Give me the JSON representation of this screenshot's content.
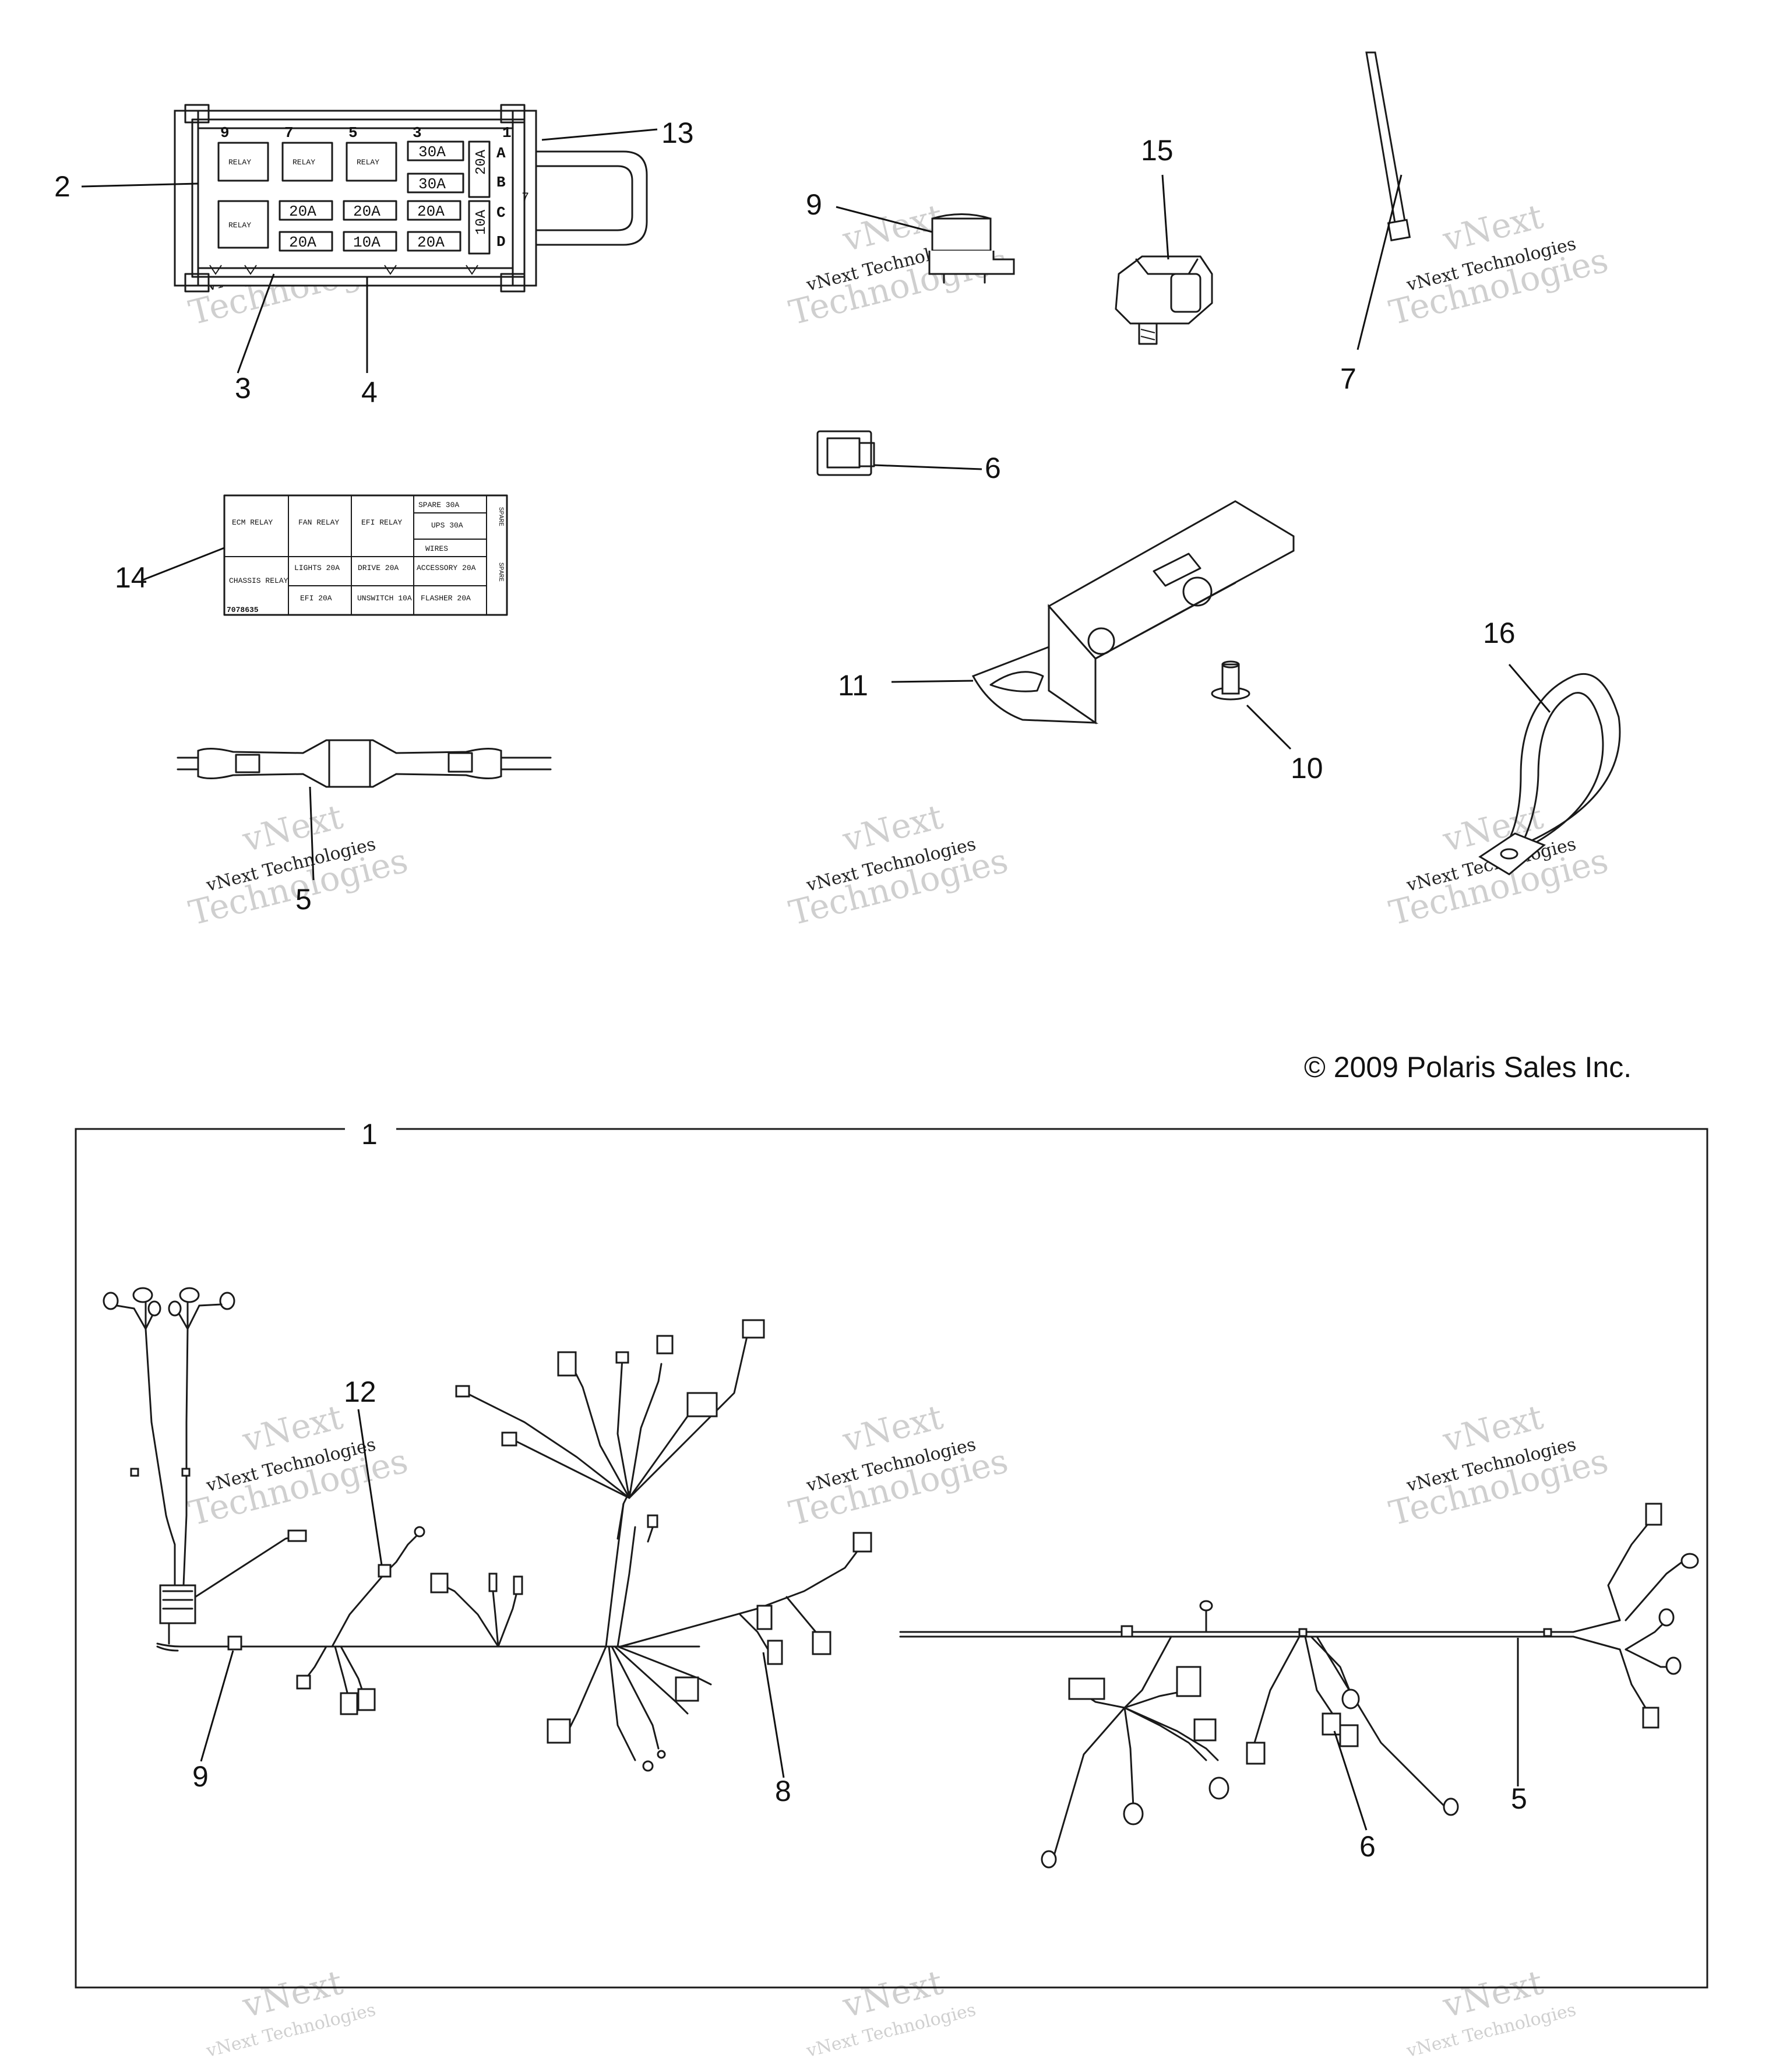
{
  "copyright": "© 2009 Polaris Sales Inc.",
  "watermark": {
    "line1": "vNext",
    "line2": "vNext Technologies",
    "line3": "Technologies"
  },
  "callouts": {
    "c1": "1",
    "c2": "2",
    "c3": "3",
    "c4": "4",
    "c5_top": "5",
    "c5_bottom": "5",
    "c6_top": "6",
    "c6_bottom": "6",
    "c7": "7",
    "c8": "8",
    "c9_top": "9",
    "c9_bottom": "9",
    "c10": "10",
    "c11": "11",
    "c12": "12",
    "c13": "13",
    "c14": "14",
    "c15": "15",
    "c16": "16"
  },
  "fuse_box": {
    "slot_numbers": [
      "9",
      "7",
      "5",
      "3",
      "1"
    ],
    "row_letters": [
      "A",
      "B",
      "C",
      "D"
    ],
    "relay_label": "RELAY",
    "fuses": {
      "a": "30A",
      "b": "30A",
      "side1": "20A",
      "r2a": "20A",
      "r2b": "20A",
      "r2c": "20A",
      "side2": "10A",
      "r3a": "20A",
      "r3b": "10A",
      "r3c": "20A",
      "pin": "7"
    }
  },
  "decal": {
    "cells": {
      "ecm": "ECM RELAY",
      "fan": "FAN RELAY",
      "efi": "EFI RELAY",
      "spare30": "SPARE 30A",
      "ups": "UPS 30A",
      "wires": "WIRES",
      "chassis": "CHASSIS RELAY",
      "lights": "LIGHTS 20A",
      "drive": "DRIVE 20A",
      "accessory": "ACCESSORY 20A",
      "efi20": "EFI 20A",
      "unswitch": "UNSWITCH 10A",
      "flasher": "FLASHER 20A",
      "partno": "7078635",
      "spare_side": "SPARE"
    }
  }
}
